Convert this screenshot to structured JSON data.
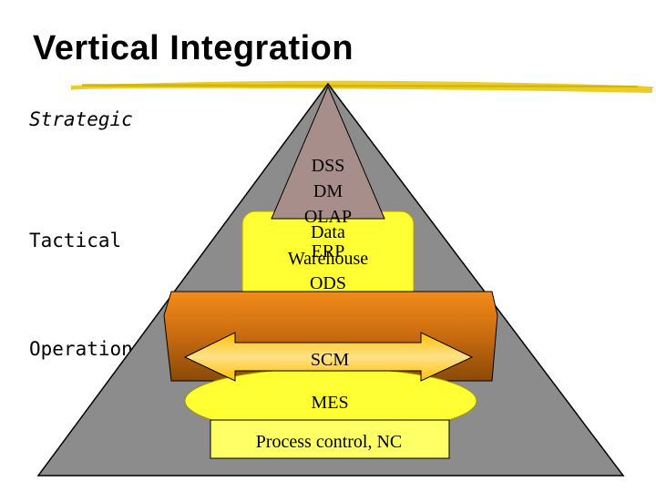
{
  "title": "Vertical Integration",
  "levels": {
    "strategic": "Strategic",
    "tactical": "Tactical",
    "operational": "Operational"
  },
  "layers": {
    "top": [
      "DSS",
      "DM",
      "OLAP"
    ],
    "tactical": [
      "Data",
      "Warehouse",
      "ERP",
      "ODS"
    ],
    "scm": "SCM",
    "mes": "MES",
    "process": "Process control, NC"
  },
  "colors": {
    "pyramid": "#8c8c8c",
    "top_triangle": "#a88e8a",
    "tactical_box": "#ffff33",
    "ods_band": "#cc6600",
    "mes_ellipse": "#ffff33",
    "process_box": "#ffff66",
    "title_underline": "#e6c600"
  }
}
